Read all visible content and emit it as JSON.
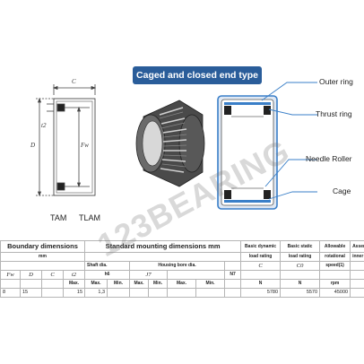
{
  "title": "Caged and closed end type",
  "callouts": {
    "outer_ring": "Outer ring",
    "thrust_ring": "Thrust ring",
    "needle_roller": "Needle Roller",
    "cage": "Cage"
  },
  "models": [
    "TAM",
    "TLAM"
  ],
  "drawing_labels": {
    "c": "C",
    "t2": "t2",
    "d": "D",
    "fw": "Fw"
  },
  "watermark": "123BEARING",
  "colors": {
    "title_bg": "#2a5d9a",
    "accent": "#3a7fc8"
  },
  "table": {
    "row1": {
      "boundary": "Boundary dimensions",
      "mounting": "Standard mounting dimensions  mm",
      "basic_dynamic": "Basic dynamic",
      "basic_static": "Basic static",
      "allowable": "Allowable",
      "assembled": "Assembled"
    },
    "row2": {
      "mm": "mm",
      "load_rating_dyn": "load rating",
      "load_rating_stat": "load rating",
      "rotational": "rotational",
      "inner_ring": "inner ring"
    },
    "row3": {
      "shaft_dia": "Shaft dia.",
      "housing_dia": "Housing bore dia.",
      "c_sym": "C",
      "c0_sym": "C0",
      "speed": "speed(1)"
    },
    "row4": {
      "fw": "Fw",
      "d": "D",
      "c": "C",
      "t2": "t2",
      "h6": "h6",
      "j7": "J7",
      "n7": "N7"
    },
    "row5": {
      "max1": "Max.",
      "max2": "Max.",
      "min1": "Min.",
      "max3": "Max.",
      "min2": "Min.",
      "max4": "Max.",
      "min3": "Min.",
      "n1": "N",
      "n2": "N",
      "rpm": "rpm"
    },
    "data": {
      "fw": "8",
      "d": "15",
      "c": "",
      "t2": "15",
      "h6_max": "1,3",
      "dyn": "5780",
      "stat": "5570",
      "speed": "45000"
    }
  }
}
